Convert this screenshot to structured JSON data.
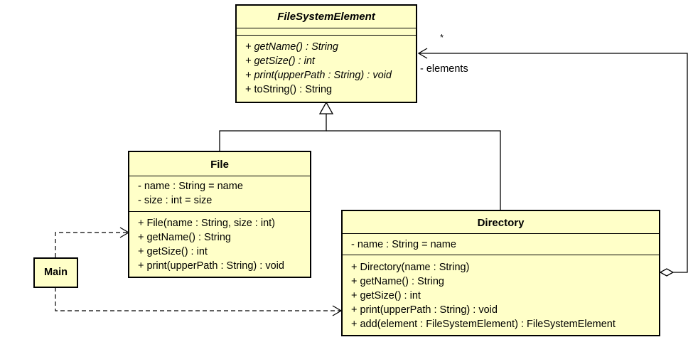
{
  "diagram": {
    "classes": {
      "filesystemelement": {
        "name": "FileSystemElement",
        "abstract": true,
        "attributes": [],
        "operations": [
          {
            "text": "+ getName() : String",
            "abstract": true
          },
          {
            "text": "+ getSize() : int",
            "abstract": true
          },
          {
            "text": "+ print(upperPath : String) : void",
            "abstract": true
          },
          {
            "text": "+ toString() : String",
            "abstract": false
          }
        ]
      },
      "file": {
        "name": "File",
        "abstract": false,
        "attributes": [
          {
            "text": "- name : String = name"
          },
          {
            "text": "- size : int = size"
          }
        ],
        "operations": [
          {
            "text": "+ File(name : String, size : int)",
            "abstract": false
          },
          {
            "text": "+ getName() : String",
            "abstract": false
          },
          {
            "text": "+ getSize() : int",
            "abstract": false
          },
          {
            "text": "+ print(upperPath : String) : void",
            "abstract": false
          }
        ]
      },
      "directory": {
        "name": "Directory",
        "abstract": false,
        "attributes": [
          {
            "text": "- name : String = name"
          }
        ],
        "operations": [
          {
            "text": "+ Directory(name : String)",
            "abstract": false
          },
          {
            "text": "+ getName() : String",
            "abstract": false
          },
          {
            "text": "+ getSize() : int",
            "abstract": false
          },
          {
            "text": "+ print(upperPath : String) : void",
            "abstract": false
          },
          {
            "text": "+ add(element : FileSystemElement) : FileSystemElement",
            "abstract": false
          }
        ]
      },
      "main": {
        "name": "Main",
        "abstract": false,
        "attributes": [],
        "operations": []
      }
    },
    "relations": [
      {
        "type": "generalization",
        "from": "file",
        "to": "filesystemelement"
      },
      {
        "type": "generalization",
        "from": "directory",
        "to": "filesystemelement"
      },
      {
        "type": "aggregation",
        "from": "directory",
        "to": "filesystemelement",
        "role": "- elements",
        "multiplicity": "*"
      },
      {
        "type": "dependency",
        "from": "main",
        "to": "file"
      },
      {
        "type": "dependency",
        "from": "main",
        "to": "directory"
      }
    ],
    "colors": {
      "class_fill": "#ffffc8",
      "line": "#000000"
    }
  }
}
